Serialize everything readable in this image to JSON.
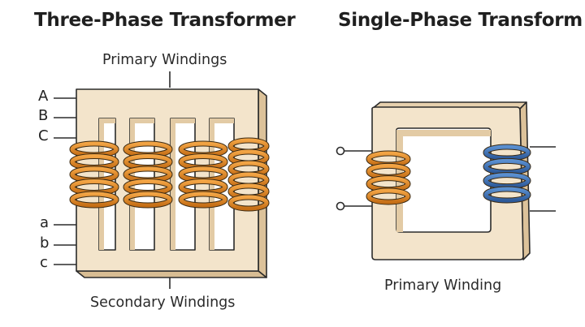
{
  "titles": {
    "three_phase": "Three-Phase Transformer",
    "single_phase": "Single-Phase Transform"
  },
  "three_phase": {
    "primary_label": "Primary Windings",
    "secondary_label": "Secondary Windings",
    "primary_terminals": [
      "A",
      "B",
      "C"
    ],
    "secondary_terminals": [
      "a",
      "b",
      "c"
    ]
  },
  "single_phase": {
    "primary_label": "Primary Winding"
  },
  "colors": {
    "core_face": "#f4e6cf",
    "core_side": "#e2cba4",
    "copper_coil": "#e08a26",
    "blue_coil": "#3f73b6",
    "outline": "#2b2b2b"
  }
}
